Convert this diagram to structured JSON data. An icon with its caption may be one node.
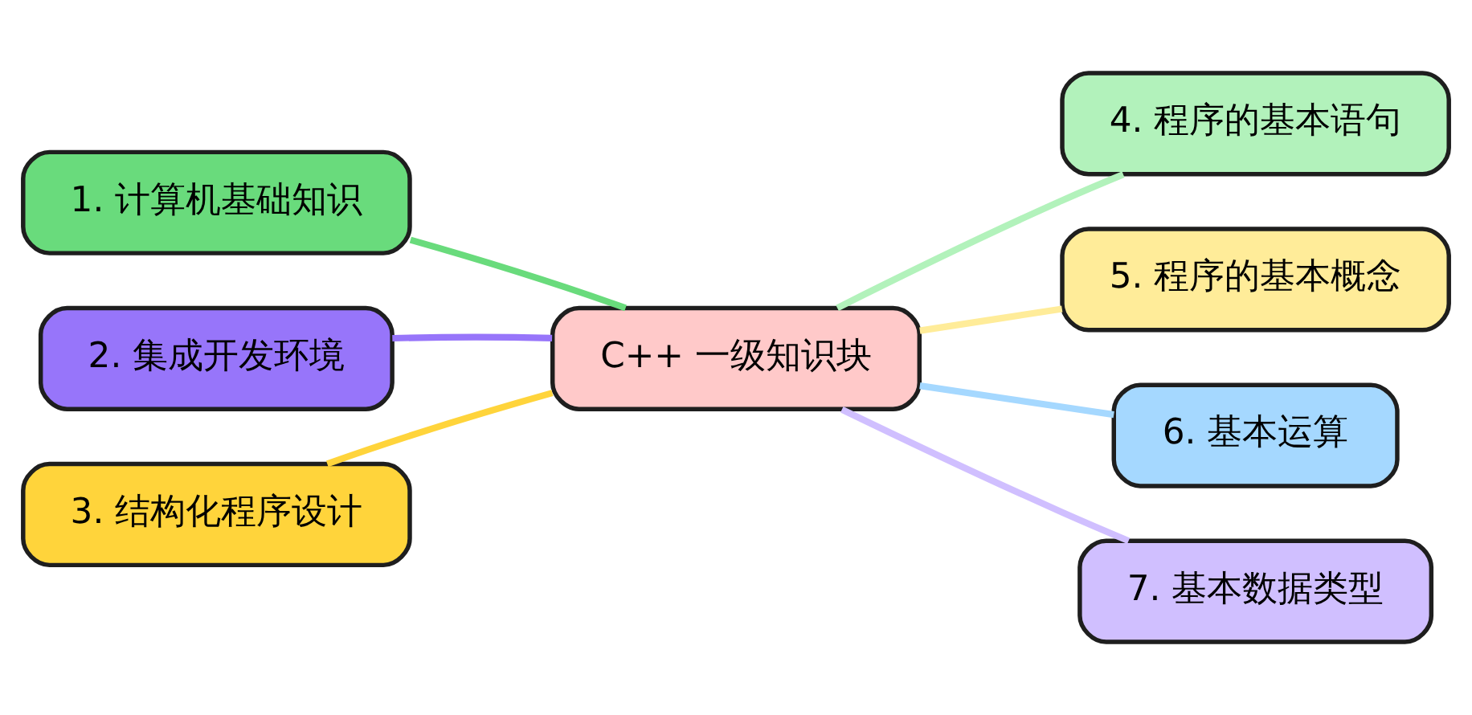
{
  "diagram": {
    "nodes": [
      {
        "text": [
          "C++ 一级知识块"
        ]
      },
      {
        "text": [
          "1. 计算机基础知识"
        ]
      },
      {
        "text": [
          "2. 集成开发环境"
        ]
      },
      {
        "text": [
          "3. 结构化程序设计"
        ]
      },
      {
        "text": [
          "4. 程序的基本语句"
        ]
      },
      {
        "text": [
          "5. 程序的基本概念"
        ]
      },
      {
        "text": [
          "6. 基本运算"
        ]
      },
      {
        "text": [
          "7. 基本数据类型"
        ]
      }
    ],
    "edges": [
      {
        "from": 0,
        "to": 1,
        "arrow": "none",
        "color": "#69db7c"
      },
      {
        "from": 0,
        "to": 2,
        "arrow": "none",
        "color": "#9775fa"
      },
      {
        "from": 0,
        "to": 3,
        "arrow": "none",
        "color": "#ffd43b"
      },
      {
        "from": 0,
        "to": 4,
        "arrow": "none",
        "color": "#b2f2bb"
      },
      {
        "from": 0,
        "to": 5,
        "arrow": "none",
        "color": "#ffec99"
      },
      {
        "from": 0,
        "to": 6,
        "arrow": "none",
        "color": "#a5d8ff"
      },
      {
        "from": 0,
        "to": 7,
        "arrow": "none",
        "color": "#d0bfff"
      }
    ]
  }
}
